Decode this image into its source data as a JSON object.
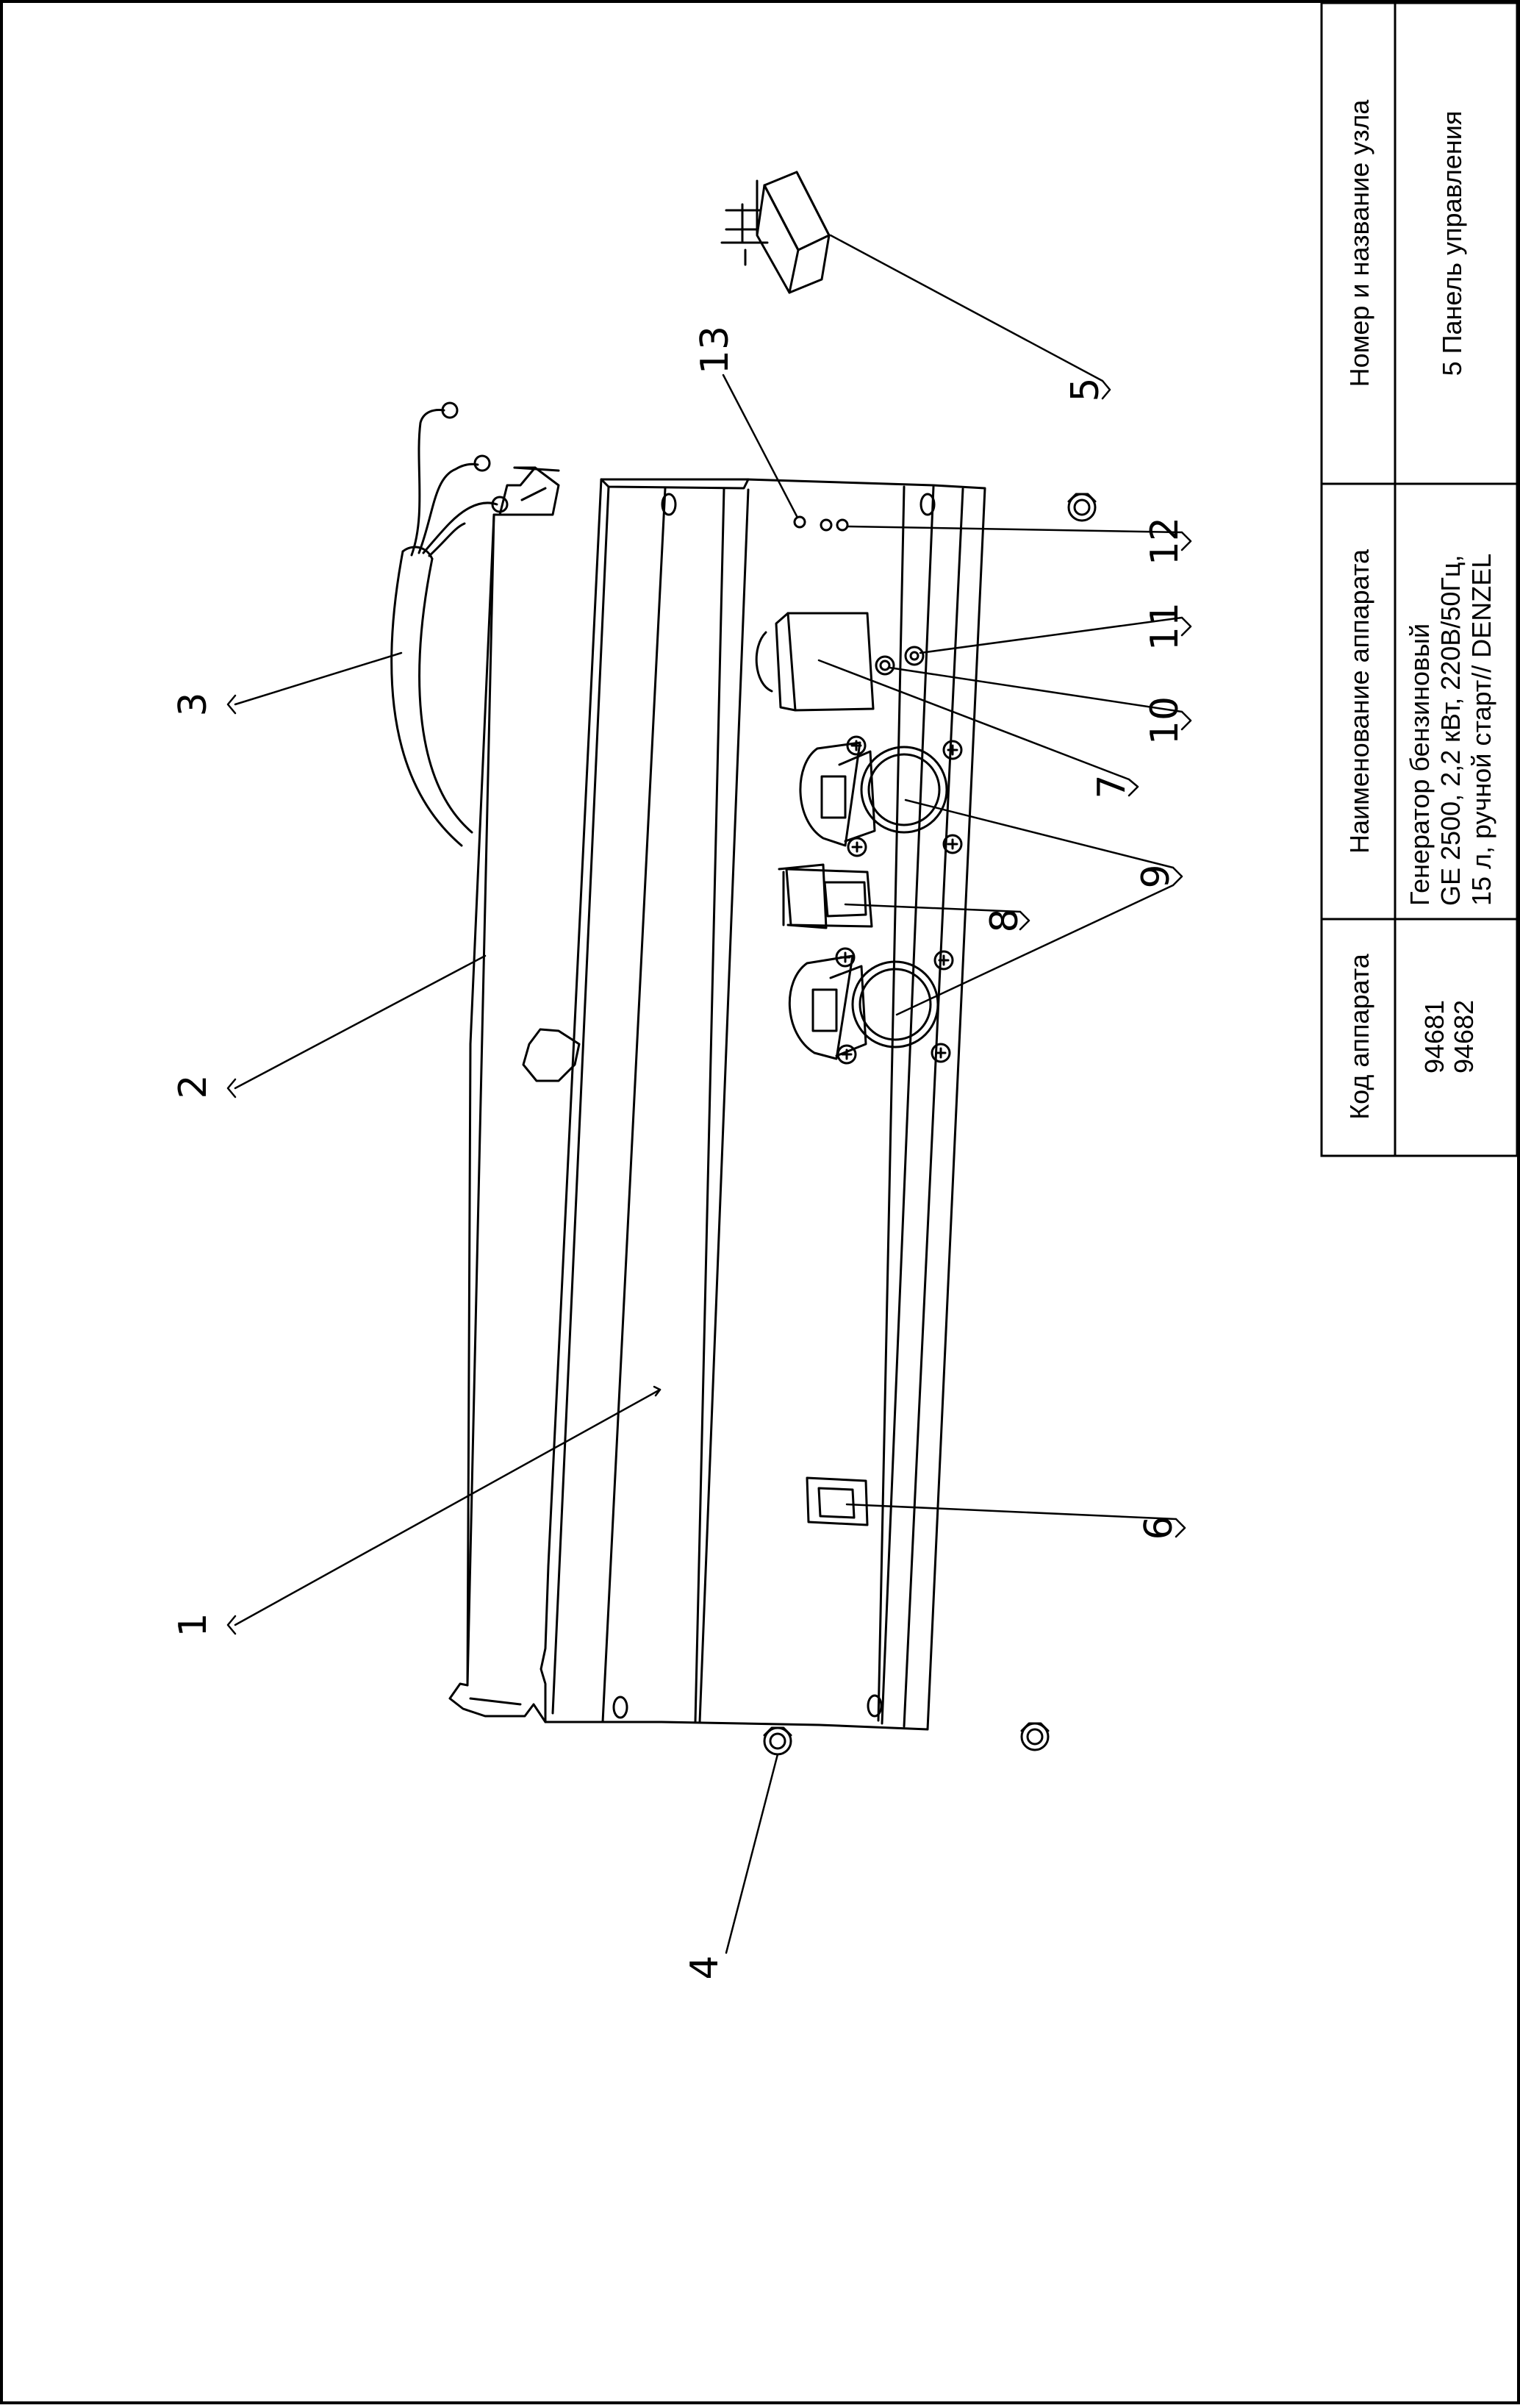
{
  "title_block": {
    "header_code": "Код аппарата",
    "header_name": "Наименование аппарата",
    "header_unit": "Номер и название узла",
    "codes": [
      "94681",
      "94682"
    ],
    "apparatus_lines": [
      "Генератор бензиновый",
      "GE 2500, 2,2 кВт, 220В/50Гц,",
      "15 л, ручной старт// DENZEL"
    ],
    "unit_name": "5 Панель управления"
  },
  "callouts": {
    "c1": "1",
    "c2": "2",
    "c3": "3",
    "c4": "4",
    "c5": "5",
    "c6": "6",
    "c7": "7",
    "c8": "8",
    "c9": "9",
    "c10": "10",
    "c11": "11",
    "c12": "12",
    "c13": "13"
  }
}
